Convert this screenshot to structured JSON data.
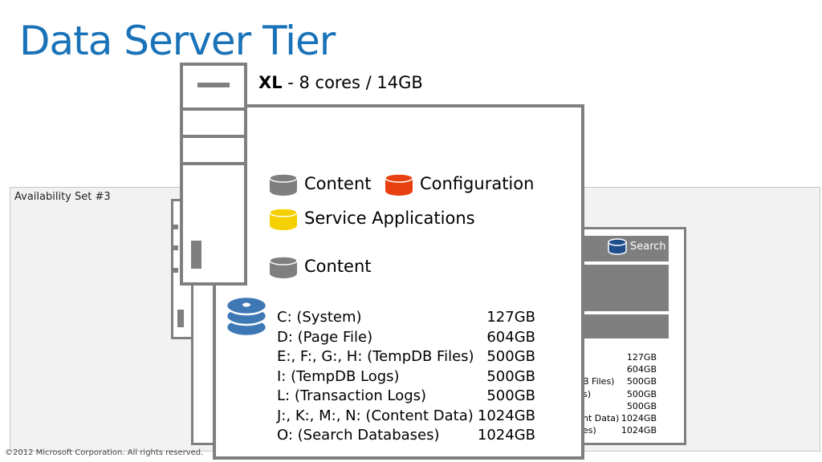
{
  "title": "Data Server Tier",
  "availability_set_label": "Availability Set #3",
  "copyright": "©2012 Microsoft Corporation. All rights reserved.",
  "server_spec": {
    "size": "XL",
    "rest": " - 8 cores / 14GB"
  },
  "databases": {
    "content_1": "Content",
    "configuration": "Configuration",
    "service_applications": "Service Applications",
    "content_2": "Content"
  },
  "drives": [
    {
      "name": "C: (System)",
      "size": "127GB"
    },
    {
      "name": "D: (Page File)",
      "size": "604GB"
    },
    {
      "name": "E:, F:, G:, H: (TempDB Files)",
      "size": "500GB"
    },
    {
      "name": "I: (TempDB Logs)",
      "size": "500GB"
    },
    {
      "name": "L: (Transaction Logs)",
      "size": "500GB"
    },
    {
      "name": "J:, K:, M:, N: (Content Data)",
      "size": "1024GB"
    },
    {
      "name": "O: (Search Databases)",
      "size": "1024GB"
    }
  ],
  "back_card": {
    "search_label": "Search",
    "drive_fragments": [
      {
        "name": "",
        "size": "127GB"
      },
      {
        "name": "",
        "size": "604GB"
      },
      {
        "name": "B Files)",
        "size": "500GB"
      },
      {
        "name": "s)",
        "size": "500GB"
      },
      {
        "name": "",
        "size": "500GB"
      },
      {
        "name": "nt Data)",
        "size": "1024GB"
      },
      {
        "name": "es)",
        "size": "1024GB"
      }
    ]
  },
  "colors": {
    "title": "#1a73b8",
    "frame_gray": "#7f7f7f",
    "content_db": "#7f7f7f",
    "configuration_db": "#e8400f",
    "service_applications_db": "#f5d000",
    "disk_stack": "#3d78b5",
    "search_db": "#1f4e8c"
  }
}
